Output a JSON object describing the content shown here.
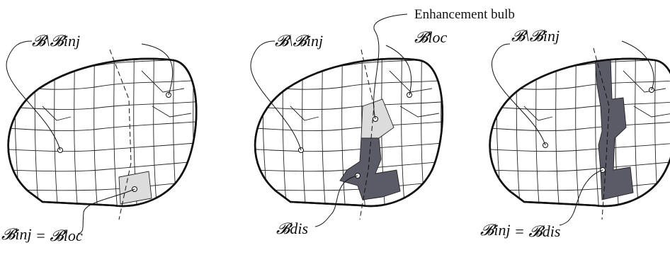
{
  "annotation": {
    "enhancement_bulb": "Enhancement bulb"
  },
  "panels": [
    {
      "top_label": "𝓑\\𝓑inj",
      "bottom_label_a": "𝓑inj",
      "bottom_label_b": "= 𝓑loc"
    },
    {
      "top_label": "𝓑\\𝓑inj",
      "loc_label": "𝓑loc",
      "bottom_label": "𝓑dis"
    },
    {
      "top_label": "𝓑\\𝓑inj",
      "bottom_label_a": "𝓑inj",
      "bottom_label_b": "= 𝓑dis"
    }
  ]
}
